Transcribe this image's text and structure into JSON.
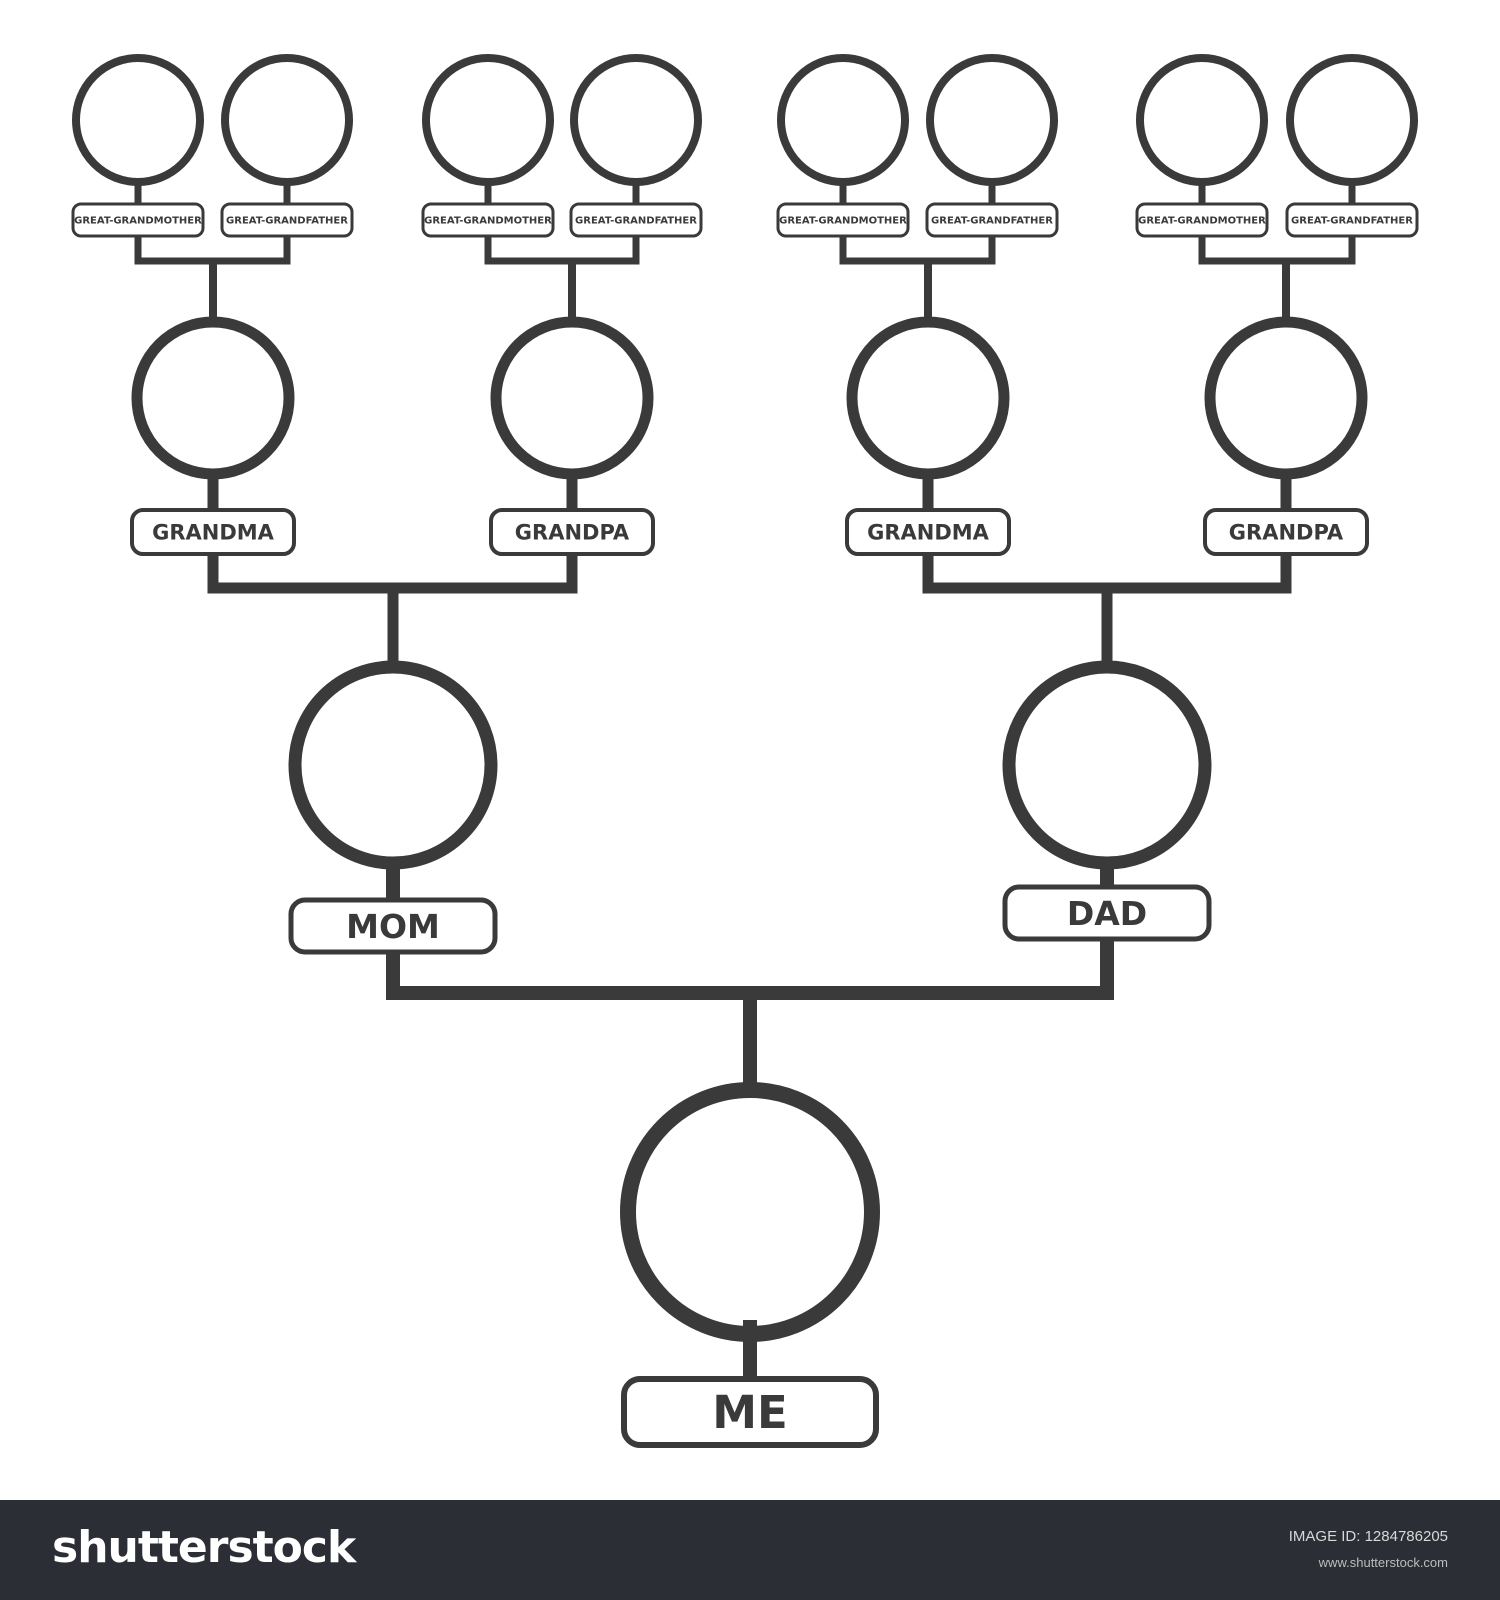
{
  "colors": {
    "ink": "#3a3a3a",
    "background": "#ffffff",
    "footer_bg": "#2b2e35",
    "footer_text": "#ffffff"
  },
  "tree": {
    "great_grandparents": [
      {
        "label": "GREAT-GRANDMOTHER",
        "icon": "female-avatar-icon"
      },
      {
        "label": "GREAT-GRANDFATHER",
        "icon": "male-avatar-icon"
      },
      {
        "label": "GREAT-GRANDMOTHER",
        "icon": "female-avatar-icon"
      },
      {
        "label": "GREAT-GRANDFATHER",
        "icon": "male-avatar-icon"
      },
      {
        "label": "GREAT-GRANDMOTHER",
        "icon": "female-avatar-icon"
      },
      {
        "label": "GREAT-GRANDFATHER",
        "icon": "male-avatar-icon"
      },
      {
        "label": "GREAT-GRANDMOTHER",
        "icon": "female-avatar-icon"
      },
      {
        "label": "GREAT-GRANDFATHER",
        "icon": "male-avatar-icon"
      }
    ],
    "grandparents": [
      {
        "label": "GRANDMA",
        "icon": "female-avatar-icon"
      },
      {
        "label": "GRANDPA",
        "icon": "male-avatar-icon"
      },
      {
        "label": "GRANDMA",
        "icon": "female-avatar-icon"
      },
      {
        "label": "GRANDPA",
        "icon": "male-avatar-icon"
      }
    ],
    "parents": [
      {
        "label": "MOM",
        "icon": "female-avatar-icon"
      },
      {
        "label": "DAD",
        "icon": "male-avatar-icon"
      }
    ],
    "self": {
      "label": "ME",
      "icon": "male-avatar-icon"
    }
  },
  "footer": {
    "logo": "shutterstock",
    "image_id": "IMAGE ID: 1284786205",
    "url": "www.shutterstock.com"
  }
}
